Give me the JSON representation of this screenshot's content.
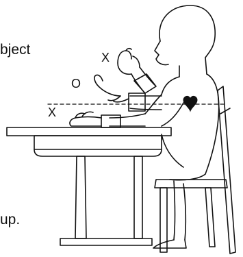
{
  "text_fragments": {
    "top": "bject",
    "bottom": "up."
  },
  "markers": {
    "upper": "X",
    "middle": "O",
    "lower": "X"
  },
  "icons": {
    "heart": "heart-icon"
  },
  "colors": {
    "line": "#111111",
    "background": "#ffffff",
    "heart": "#111111"
  }
}
